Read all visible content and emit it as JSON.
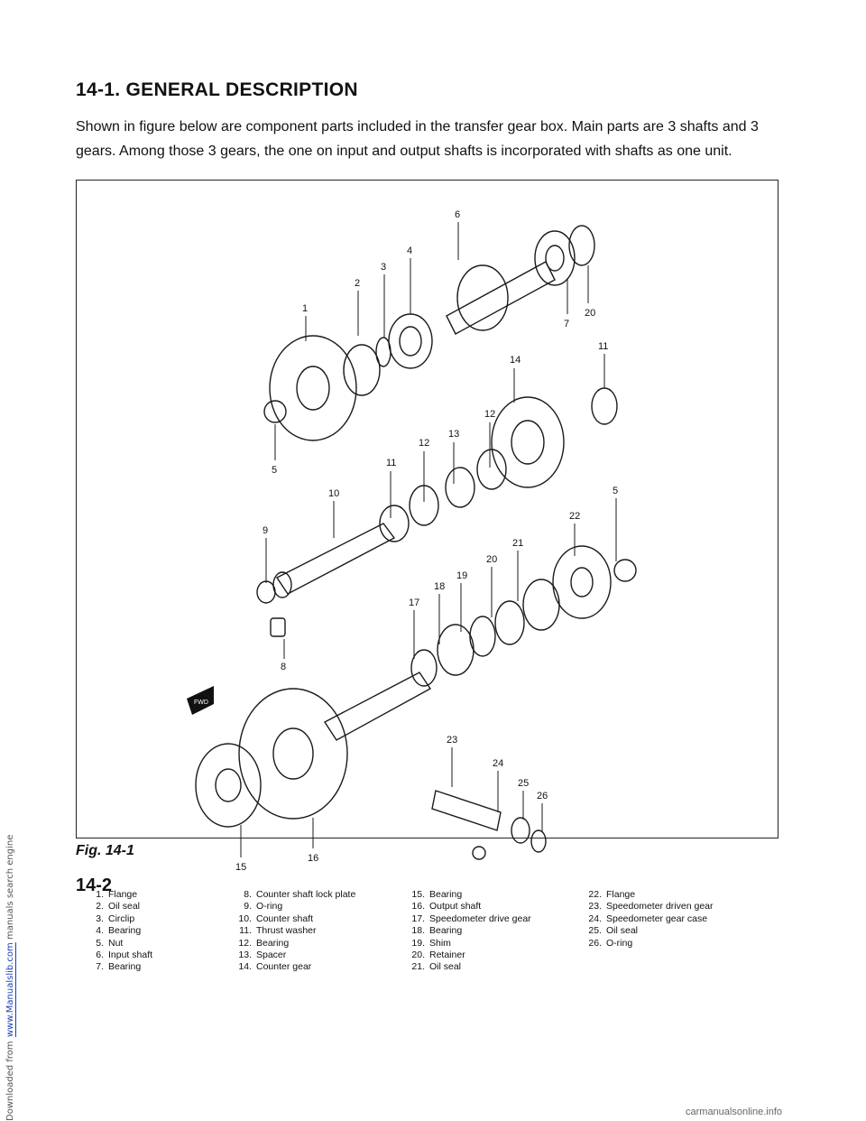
{
  "sideline": {
    "prefix": "Downloaded from",
    "link": "www.Manualslib.com",
    "suffix": "manuals search engine"
  },
  "title": "14-1. GENERAL DESCRIPTION",
  "intro": "Shown in figure below are component parts included in the transfer gear box. Main parts are 3 shafts and 3 gears. Among those 3 gears, the one on input and output shafts is incorporated with shafts as one unit.",
  "callouts": [
    "1",
    "2",
    "3",
    "4",
    "5",
    "6",
    "7",
    "20",
    "14",
    "11",
    "12",
    "13",
    "12",
    "11",
    "10",
    "9",
    "5",
    "22",
    "21",
    "20",
    "19",
    "18",
    "17",
    "8",
    "23",
    "24",
    "25",
    "26",
    "16",
    "15"
  ],
  "legend": [
    [
      {
        "n": "1.",
        "t": "Flange"
      },
      {
        "n": "2.",
        "t": "Oil seal"
      },
      {
        "n": "3.",
        "t": "Circlip"
      },
      {
        "n": "4.",
        "t": "Bearing"
      },
      {
        "n": "5.",
        "t": "Nut"
      },
      {
        "n": "6.",
        "t": "Input shaft"
      },
      {
        "n": "7.",
        "t": "Bearing"
      }
    ],
    [
      {
        "n": "8.",
        "t": "Counter shaft lock plate"
      },
      {
        "n": "9.",
        "t": "O-ring"
      },
      {
        "n": "10.",
        "t": "Counter shaft"
      },
      {
        "n": "11.",
        "t": "Thrust washer"
      },
      {
        "n": "12.",
        "t": "Bearing"
      },
      {
        "n": "13.",
        "t": "Spacer"
      },
      {
        "n": "14.",
        "t": "Counter gear"
      }
    ],
    [
      {
        "n": "15.",
        "t": "Bearing"
      },
      {
        "n": "16.",
        "t": "Output shaft"
      },
      {
        "n": "17.",
        "t": "Speedometer drive gear"
      },
      {
        "n": "18.",
        "t": "Bearing"
      },
      {
        "n": "19.",
        "t": "Shim"
      },
      {
        "n": "20.",
        "t": "Retainer"
      },
      {
        "n": "21.",
        "t": "Oil seal"
      }
    ],
    [
      {
        "n": "22.",
        "t": "Flange"
      },
      {
        "n": "23.",
        "t": "Speedometer driven gear"
      },
      {
        "n": "24.",
        "t": "Speedometer gear case"
      },
      {
        "n": "25.",
        "t": "Oil seal"
      },
      {
        "n": "26.",
        "t": "O-ring"
      }
    ]
  ],
  "fwd_badge": "FWD",
  "figure_caption": "Fig. 14-1",
  "page_number": "14-2",
  "watermark": "carmanualsonline.info"
}
